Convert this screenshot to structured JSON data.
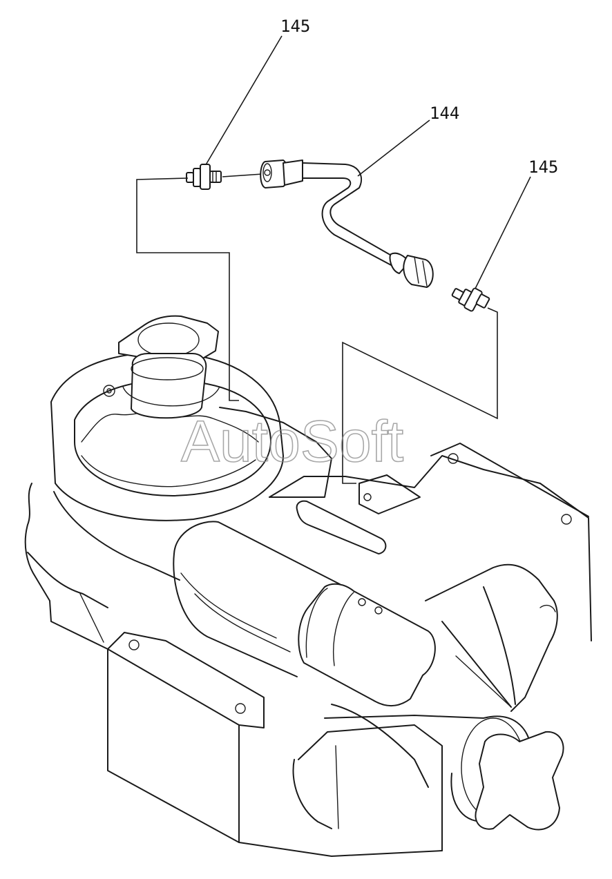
{
  "callouts": [
    {
      "id": "fitting-left",
      "label": "145"
    },
    {
      "id": "pipe",
      "label": "144"
    },
    {
      "id": "fitting-right",
      "label": "145"
    }
  ],
  "watermark": "AutoSoft",
  "colors": {
    "line": "#1a1a1a",
    "background": "#ffffff",
    "watermark": "#8a8a8a"
  }
}
